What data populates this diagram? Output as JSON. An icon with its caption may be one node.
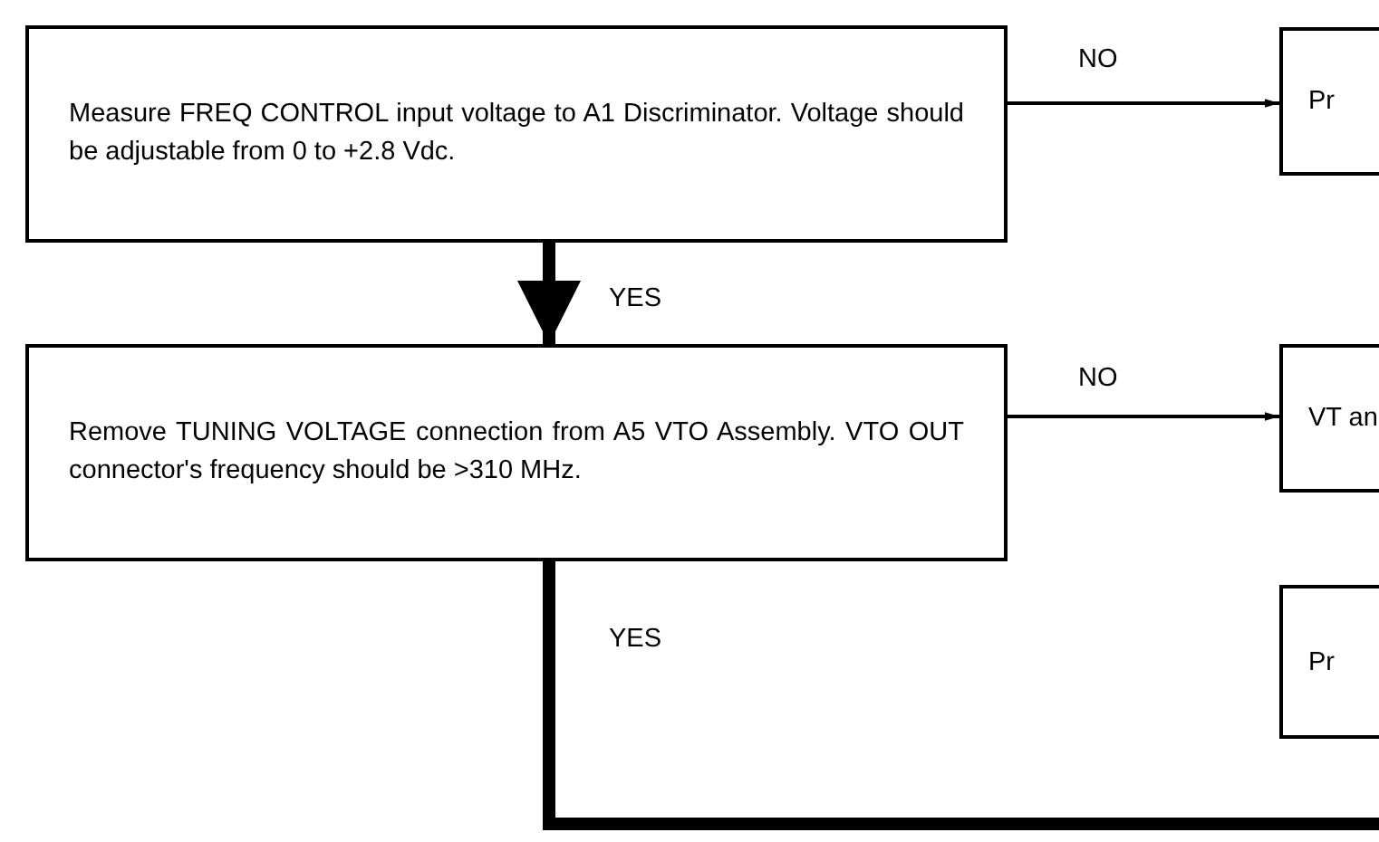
{
  "diagram": {
    "nodes": [
      {
        "text": [
          "Measure FREQ CONTROL input voltage to A1 Discriminator. Voltage should be adjustable from 0 to +2.8 Vdc."
        ]
      },
      {
        "text": [
          "Pr"
        ]
      },
      {
        "text": [
          "Remove TUNING VOLTAGE connection from A5 VTO Assembly. VTO OUT connector's frequency should be >310 MHz."
        ]
      },
      {
        "text": [
          "VT an"
        ]
      },
      {
        "text": [
          "Pr"
        ]
      }
    ],
    "edges": [
      {
        "from": 0,
        "to": 1,
        "arrow": "to",
        "label": "NO"
      },
      {
        "from": 0,
        "to": 2,
        "arrow": "to",
        "label": "YES",
        "style": "thick"
      },
      {
        "from": 2,
        "to": 3,
        "arrow": "to",
        "label": "NO"
      },
      {
        "from": 2,
        "to": null,
        "arrow": "none",
        "label": "YES",
        "style": "thick"
      }
    ]
  }
}
